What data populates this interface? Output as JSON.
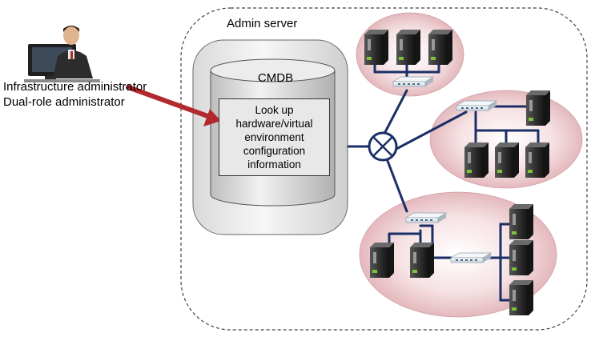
{
  "users": {
    "line1": "Infrastructure administrator",
    "line2": "Dual-role administrator"
  },
  "admin_server": {
    "title": "Admin server"
  },
  "cmdb": {
    "title": "CMDB",
    "info": "Look up\nhardware/virtual\nenvironment\nconfiguration\ninformation"
  },
  "colors": {
    "arrow": "#b3282d",
    "network_line": "#1a2f66",
    "cluster_fill": "#e9c8cb",
    "server_dark": "#2a2a2a",
    "server_led": "#7ec23a"
  },
  "icons": {
    "admin": "person-at-computer-icon",
    "router": "router-icon",
    "switch": "network-switch-icon",
    "server": "server-tower-icon"
  }
}
